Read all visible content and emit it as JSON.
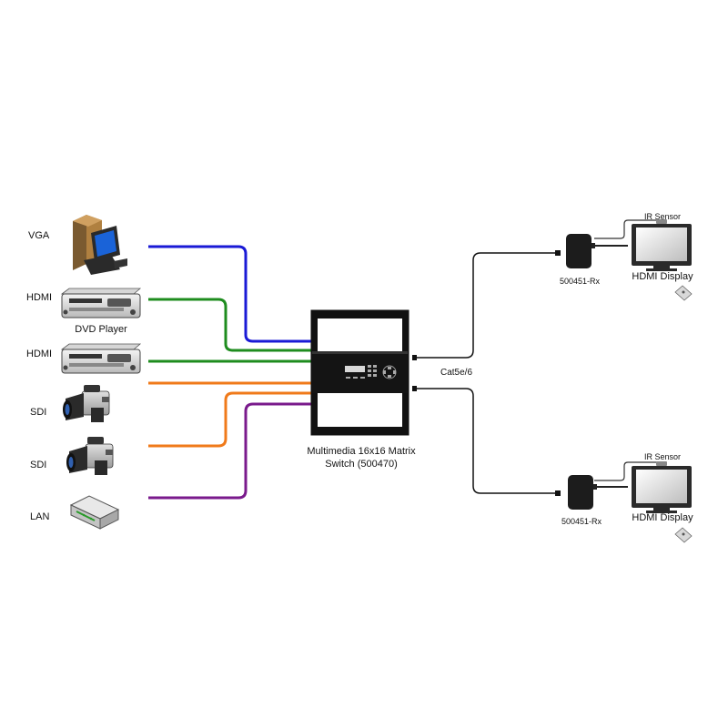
{
  "inputs": [
    {
      "label": "VGA",
      "device": "desktop-computer",
      "cable_color": "#1a1ad6"
    },
    {
      "label": "HDMI",
      "device": "dvd-player",
      "caption": "DVD Player",
      "cable_color": "#1e8c1e"
    },
    {
      "label": "HDMI",
      "device": "dvd-player",
      "cable_color": "#1e8c1e"
    },
    {
      "label": "SDI",
      "device": "video-camera",
      "cable_color": "#f07a1a"
    },
    {
      "label": "SDI",
      "device": "video-camera",
      "cable_color": "#f07a1a"
    },
    {
      "label": "LAN",
      "device": "network-router",
      "cable_color": "#7a1a8c"
    }
  ],
  "switch": {
    "name_line1": "Multimedia 16x16 Matrix",
    "name_line2": "Switch (500470)"
  },
  "cable_label": "Cat5e/6",
  "outputs": [
    {
      "receiver_label": "500451-Rx",
      "sensor_label": "IR Sensor",
      "display_label": "HDMI Display"
    },
    {
      "receiver_label": "500451-Rx",
      "sensor_label": "IR Sensor",
      "display_label": "HDMI Display"
    }
  ],
  "colors": {
    "vga": "#1a1ad6",
    "hdmi": "#1e8c1e",
    "sdi": "#f07a1a",
    "lan": "#7a1a8c",
    "cat5": "#111111",
    "device_dark": "#1c1c1c"
  }
}
